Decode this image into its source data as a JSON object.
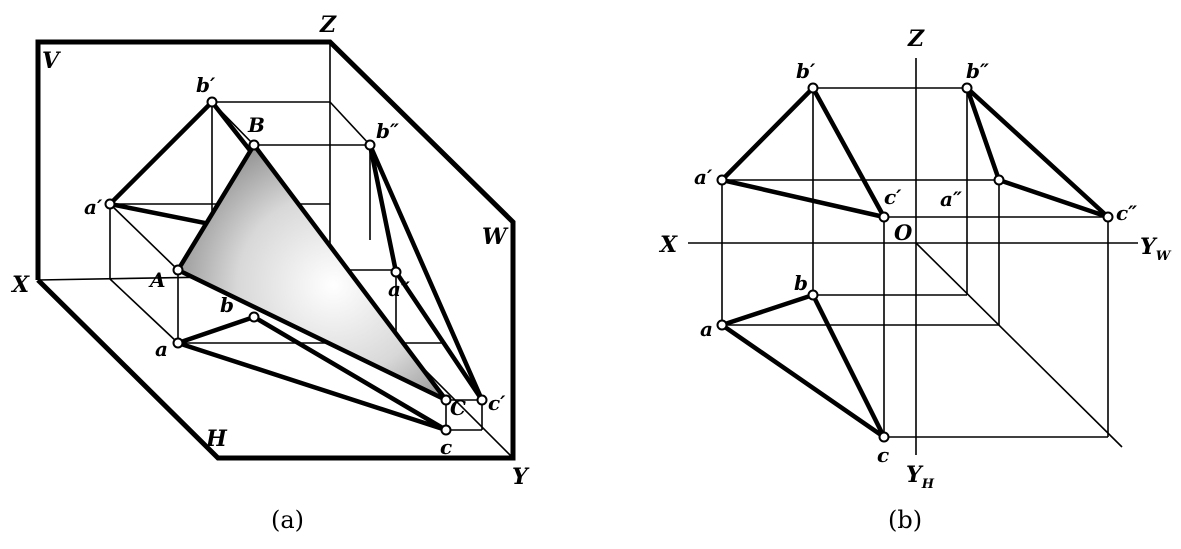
{
  "figure_a": {
    "caption": "(a)",
    "labels": {
      "V": "V",
      "W": "W",
      "H": "H",
      "X": "X",
      "Y": "Y",
      "Z": "Z",
      "A": "A",
      "B": "B",
      "C": "C",
      "a": "a",
      "b": "b",
      "c": "c",
      "a_prime": "a′",
      "b_prime": "b′",
      "c_prime": "c′",
      "a_dprime": "a″",
      "b_dprime": "b″"
    }
  },
  "figure_b": {
    "caption": "(b)",
    "labels": {
      "X": "X",
      "Z": "Z",
      "O": "O",
      "YW": "Y",
      "YW_sub": "W",
      "YH": "Y",
      "YH_sub": "H",
      "a": "a",
      "b": "b",
      "c": "c",
      "a_prime": "a′",
      "b_prime": "b′",
      "c_prime": "c′",
      "a_dprime": "a″",
      "b_dprime": "b″",
      "c_dprime": "c″"
    }
  }
}
